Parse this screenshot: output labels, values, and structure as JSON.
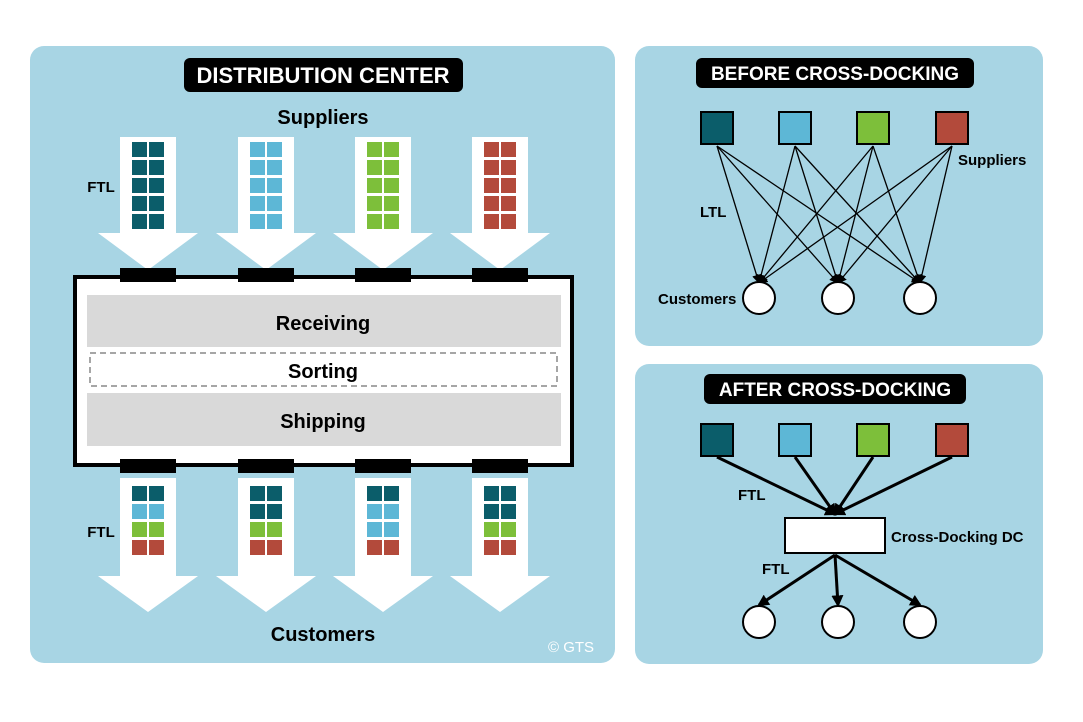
{
  "colors": {
    "panel_bg": "#a8d5e4",
    "teal": "#0b5d6a",
    "light_blue": "#5db7d6",
    "green": "#7dbf3a",
    "red": "#b34a3b",
    "zone_gray": "#d9d9d9"
  },
  "distribution_center": {
    "title": "DISTRIBUTION CENTER",
    "suppliers_label": "Suppliers",
    "customers_label": "Customers",
    "ftl_in_label": "FTL",
    "ftl_out_label": "FTL",
    "zones": {
      "receiving": "Receiving",
      "sorting": "Sorting",
      "shipping": "Shipping"
    },
    "inbound_pallets": [
      "teal",
      "light_blue",
      "green",
      "red"
    ],
    "outbound_stacks": [
      [
        "teal",
        "light_blue",
        "green",
        "red"
      ],
      [
        "teal",
        "teal",
        "green",
        "red"
      ],
      [
        "teal",
        "light_blue",
        "light_blue",
        "red"
      ],
      [
        "teal",
        "teal",
        "green",
        "red"
      ]
    ],
    "copyright": "© GTS"
  },
  "before": {
    "title": "BEFORE CROSS-DOCKING",
    "suppliers_label": "Suppliers",
    "customers_label": "Customers",
    "ltl_label": "LTL",
    "suppliers": [
      "teal",
      "light_blue",
      "green",
      "red"
    ],
    "customer_count": 3
  },
  "after": {
    "title": "AFTER CROSS-DOCKING",
    "dc_label": "Cross-Docking DC",
    "ftl_in_label": "FTL",
    "ftl_out_label": "FTL",
    "suppliers": [
      "teal",
      "light_blue",
      "green",
      "red"
    ],
    "customer_count": 3
  }
}
